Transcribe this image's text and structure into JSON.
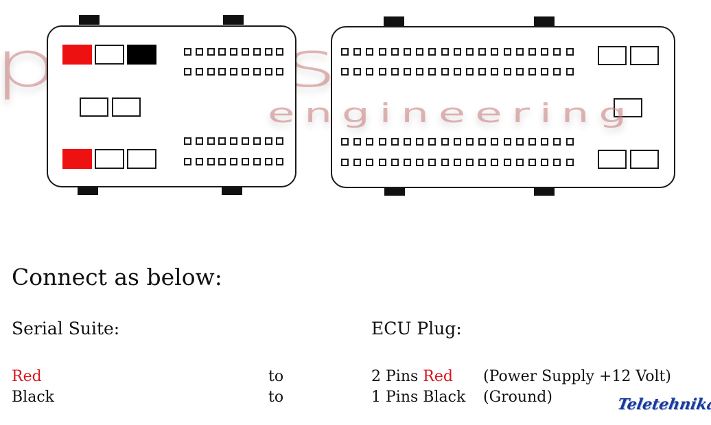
{
  "watermark": {
    "brand": "picasini",
    "subtitle": "engineering",
    "color": "#c87878"
  },
  "connectors": [
    {
      "name": "serial-suite-connector",
      "pin_rows": 4,
      "pins_per_row": 9,
      "power_pins": [
        "red",
        "white",
        "black"
      ],
      "middle_pins": [
        "white",
        "white"
      ],
      "bottom_pins": [
        "red",
        "white",
        "white"
      ]
    },
    {
      "name": "ecu-plug-connector",
      "pin_rows": 4,
      "pins_per_row": 19,
      "side_pins_top": [
        "white",
        "white"
      ],
      "side_pin_middle": [
        "white"
      ],
      "side_pins_bottom": [
        "white",
        "white"
      ]
    }
  ],
  "colors": {
    "red": "#ee1111",
    "black": "#000000",
    "label_red": "#d8161c"
  },
  "instructions": {
    "heading": "Connect as below:",
    "left_header": "Serial Suite:",
    "right_header": "ECU Plug:",
    "rows": [
      {
        "from": "Red",
        "from_color": "red",
        "to": "to",
        "pins": "2 Pins",
        "pin_color_label": "Red",
        "description": "(Power Supply +12 Volt)"
      },
      {
        "from": "Black",
        "from_color": "black",
        "to": "to",
        "pins": "1 Pins",
        "pin_color_label": "Black",
        "description": "(Ground)"
      }
    ]
  },
  "logo": "Teletehnika"
}
